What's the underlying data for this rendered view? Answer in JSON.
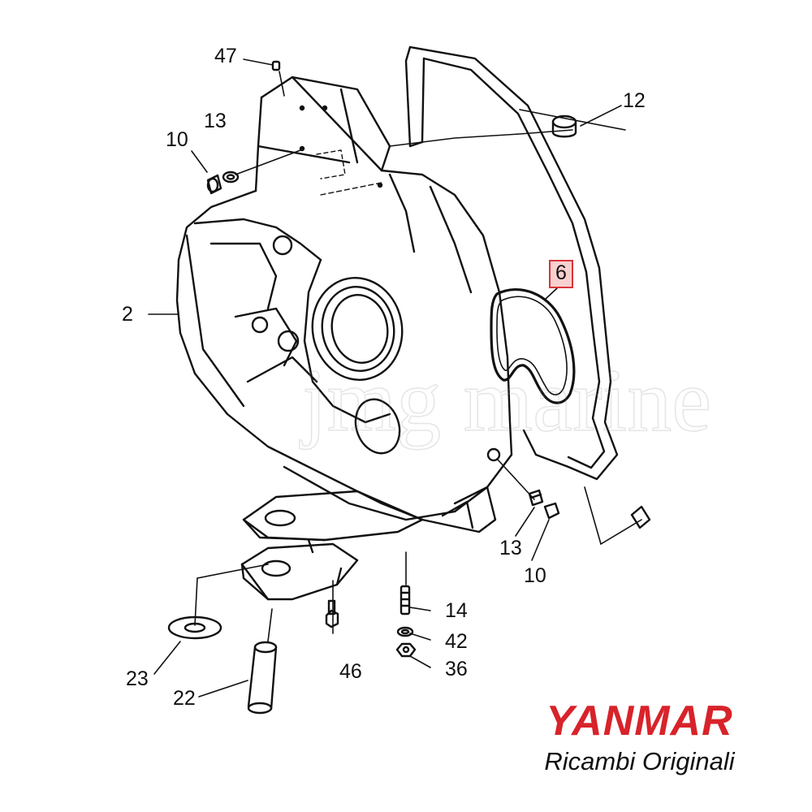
{
  "callouts": [
    {
      "id": "c47",
      "label": "47"
    },
    {
      "id": "c13a",
      "label": "13"
    },
    {
      "id": "c10a",
      "label": "10"
    },
    {
      "id": "c12",
      "label": "12"
    },
    {
      "id": "c2",
      "label": "2"
    },
    {
      "id": "c6",
      "label": "6",
      "highlighted": true
    },
    {
      "id": "c13b",
      "label": "13"
    },
    {
      "id": "c10b",
      "label": "10"
    },
    {
      "id": "c14",
      "label": "14"
    },
    {
      "id": "c42",
      "label": "42"
    },
    {
      "id": "c36",
      "label": "36"
    },
    {
      "id": "c46",
      "label": "46"
    },
    {
      "id": "c23",
      "label": "23"
    },
    {
      "id": "c22",
      "label": "22"
    }
  ],
  "brand": {
    "name": "YANMAR",
    "tagline": "Ricambi Originali",
    "color": "#d8232a"
  },
  "highlight_color": "#d9343a",
  "watermark": "jmg marine"
}
